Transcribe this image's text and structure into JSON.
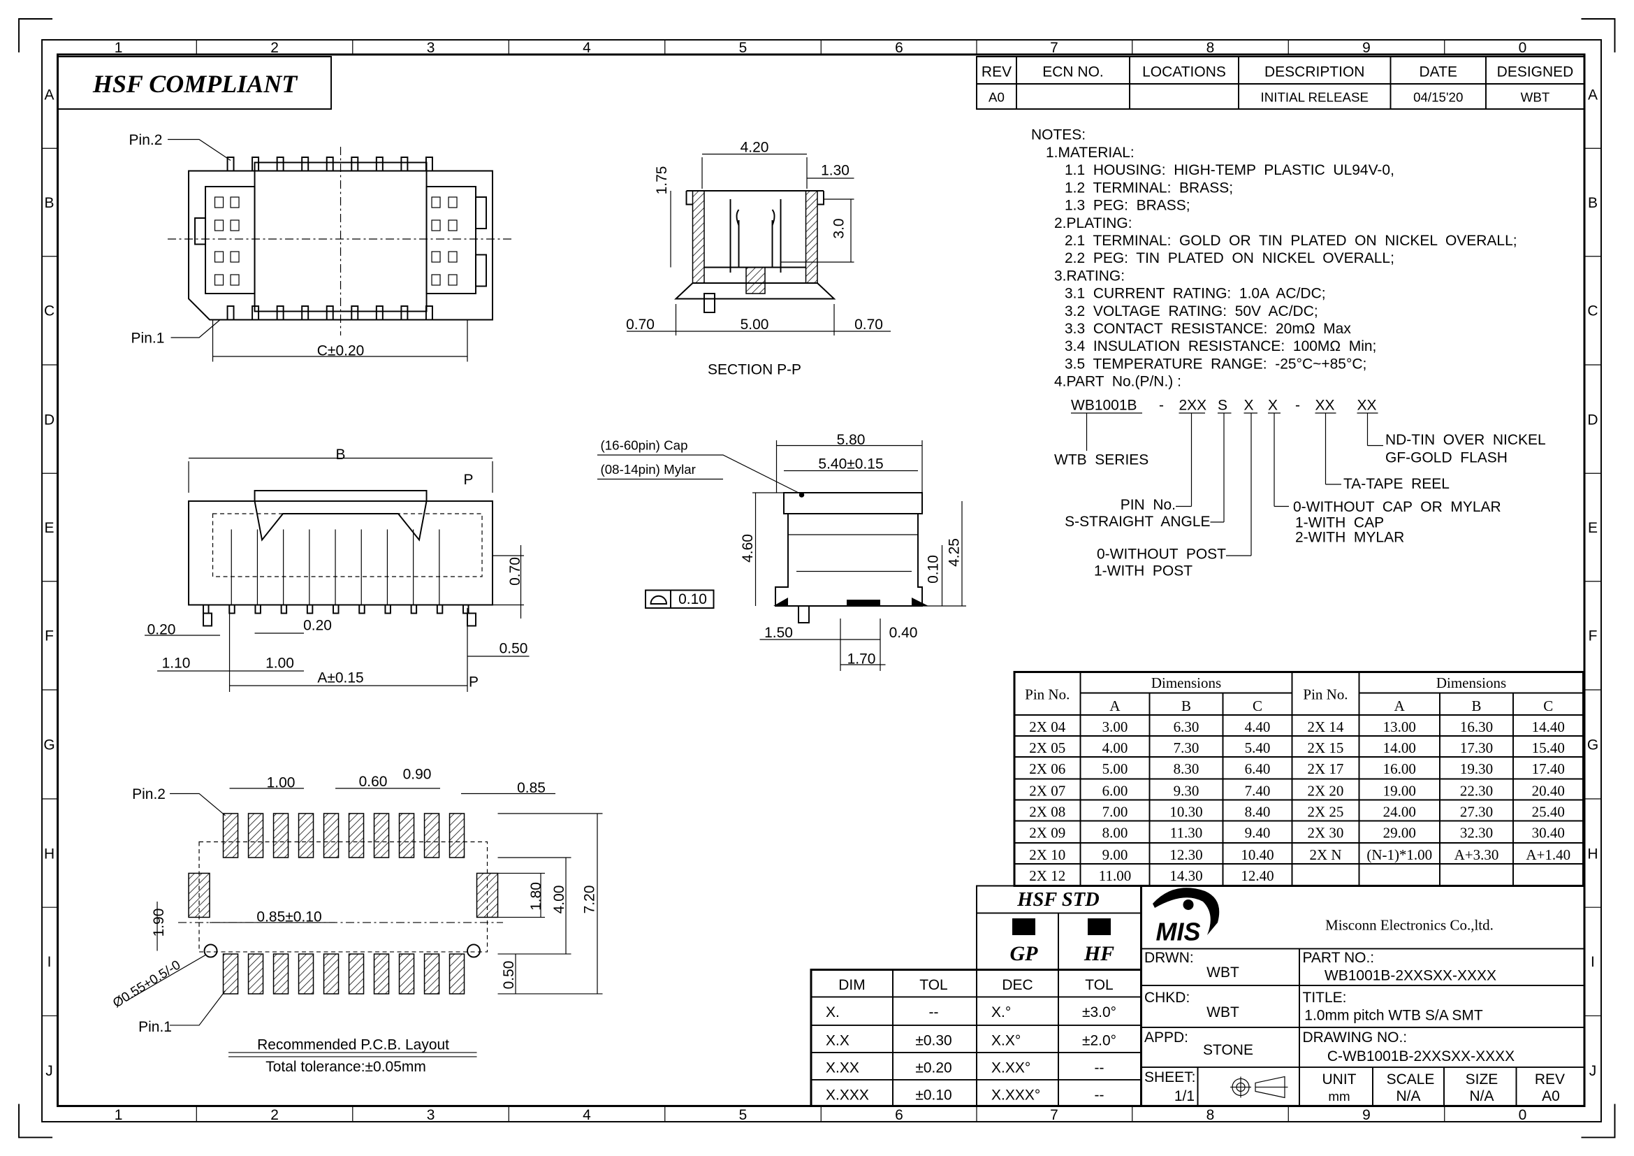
{
  "frame": {
    "columns": [
      "1",
      "2",
      "3",
      "4",
      "5",
      "6",
      "7",
      "8",
      "9",
      "0"
    ],
    "rows": [
      "A",
      "B",
      "C",
      "D",
      "E",
      "F",
      "G",
      "H",
      "I",
      "J"
    ]
  },
  "hsf_compliant": "HSF COMPLIANT",
  "revision_block": {
    "headers": [
      "REV",
      "ECN NO.",
      "LOCATIONS",
      "DESCRIPTION",
      "DATE",
      "DESIGNED"
    ],
    "row": [
      "A0",
      "",
      "",
      "INITIAL RELEASE",
      "04/15'20",
      "WBT"
    ]
  },
  "notes": {
    "title": "NOTES:",
    "lines": [
      "1.MATERIAL:",
      "1.1  HOUSING:  HIGH-TEMP  PLASTIC  UL94V-0,",
      "1.2  TERMINAL:  BRASS;",
      "1.3  PEG:  BRASS;",
      "2.PLATING:",
      "2.1  TERMINAL:  GOLD  OR  TIN  PLATED  ON  NICKEL  OVERALL;",
      "2.2  PEG:  TIN  PLATED  ON  NICKEL  OVERALL;",
      "3.RATING:",
      "3.1  CURRENT  RATING:  1.0A  AC/DC;",
      "3.2  VOLTAGE  RATING:  50V  AC/DC;",
      "3.3  CONTACT  RESISTANCE:  20mΩ  Max",
      "3.4  INSULATION  RESISTANCE:  100MΩ  Min;",
      "3.5  TEMPERATURE  RANGE:  -25°C~+85°C;",
      "4.PART  No.(P/N.) :"
    ]
  },
  "part_number_key": {
    "segments": [
      "WB1001B",
      "-",
      "2XX",
      "S",
      "X",
      "X",
      "-",
      "XX",
      "XX"
    ],
    "wtb_series": "WTB  SERIES",
    "pin_no": "PIN  No.",
    "straight": "S-STRAIGHT  ANGLE",
    "post": [
      "0-WITHOUT  POST",
      "1-WITH  POST"
    ],
    "cap": [
      "0-WITHOUT  CAP  OR  MYLAR",
      "1-WITH  CAP",
      "2-WITH  MYLAR"
    ],
    "tape": "TA-TAPE  REEL",
    "finish": [
      "ND-TIN  OVER  NICKEL",
      "GF-GOLD  FLASH"
    ]
  },
  "views": {
    "top": {
      "pin2": "Pin.2",
      "pin1": "Pin.1",
      "c": "C±0.20"
    },
    "section": {
      "d420": "4.20",
      "d130": "1.30",
      "d175": "1.75",
      "d30": "3.0",
      "d070a": "0.70",
      "d500": "5.00",
      "d070b": "0.70",
      "title": "SECTION  P-P"
    },
    "side": {
      "b": "B",
      "p1": "P",
      "p2": "P",
      "d070": "0.70",
      "d020a": "0.20",
      "d020b": "0.20",
      "d110": "1.10",
      "d100": "1.00",
      "a": "A±0.15",
      "d050": "0.50"
    },
    "end": {
      "cap": "(16-60pin)  Cap",
      "mylar": "(08-14pin)  Mylar",
      "d580": "5.80",
      "d540": "5.40±0.15",
      "d460": "4.60",
      "d010": "0.10",
      "d425": "4.25",
      "flat": "0.10",
      "d150": "1.50",
      "d040": "0.40",
      "d170": "1.70"
    },
    "pcb": {
      "pin2": "Pin.2",
      "pin1": "Pin.1",
      "d100": "1.00",
      "d060": "0.60",
      "d090": "0.90",
      "d085": "0.85",
      "d180": "1.80",
      "d400": "4.00",
      "d720": "7.20",
      "d190": "1.90",
      "d085t": "0.85±0.10",
      "d050": "0.50",
      "hole": "Ø0.55+0.5/-0",
      "title": "Recommended  P.C.B.  Layout",
      "tol": "Total  tolerance:±0.05mm"
    }
  },
  "dimensions_table": {
    "pin_header": "Pin No.",
    "group_header": "Dimensions",
    "cols": [
      "A",
      "B",
      "C"
    ],
    "left": [
      [
        "2X 04",
        "3.00",
        "6.30",
        "4.40"
      ],
      [
        "2X 05",
        "4.00",
        "7.30",
        "5.40"
      ],
      [
        "2X 06",
        "5.00",
        "8.30",
        "6.40"
      ],
      [
        "2X 07",
        "6.00",
        "9.30",
        "7.40"
      ],
      [
        "2X 08",
        "7.00",
        "10.30",
        "8.40"
      ],
      [
        "2X 09",
        "8.00",
        "11.30",
        "9.40"
      ],
      [
        "2X 10",
        "9.00",
        "12.30",
        "10.40"
      ],
      [
        "2X 12",
        "11.00",
        "14.30",
        "12.40"
      ]
    ],
    "right": [
      [
        "2X 14",
        "13.00",
        "16.30",
        "14.40"
      ],
      [
        "2X 15",
        "14.00",
        "17.30",
        "15.40"
      ],
      [
        "2X 17",
        "16.00",
        "19.30",
        "17.40"
      ],
      [
        "2X 20",
        "19.00",
        "22.30",
        "20.40"
      ],
      [
        "2X 25",
        "24.00",
        "27.30",
        "25.40"
      ],
      [
        "2X 30",
        "29.00",
        "32.30",
        "30.40"
      ],
      [
        "2X N",
        "(N-1)*1.00",
        "A+3.30",
        "A+1.40"
      ],
      [
        "",
        "",
        "",
        ""
      ]
    ]
  },
  "tolerance_table": {
    "headers": [
      "DIM",
      "TOL"
    ],
    "rows": [
      [
        "X.",
        "--"
      ],
      [
        "X.X",
        "±0.30"
      ],
      [
        "X.XX",
        "±0.20"
      ],
      [
        "X.XXX",
        "±0.10"
      ]
    ]
  },
  "angle_table": {
    "hsf_std": "HSF  STD",
    "gp": "GP",
    "hf": "HF",
    "headers": [
      "DEC",
      "TOL"
    ],
    "rows": [
      [
        "X.°",
        "±3.0°"
      ],
      [
        "X.X°",
        "±2.0°"
      ],
      [
        "X.XX°",
        "--"
      ],
      [
        "X.XXX°",
        "--"
      ]
    ]
  },
  "title_block": {
    "logo": "MIS",
    "company": "Misconn Electronics Co.,ltd.",
    "drwn_label": "DRWN:",
    "drwn": "WBT",
    "chkd_label": "CHKD:",
    "chkd": "WBT",
    "appd_label": "APPD:",
    "appd": "STONE",
    "part_label": "PART  NO.:",
    "part": "WB1001B-2XXSXX-XXXX",
    "title_label": "TITLE:",
    "title": "1.0mm  pitch  WTB  S/A  SMT",
    "drawing_label": "DRAWING  NO.:",
    "drawing": "C-WB1001B-2XXSXX-XXXX",
    "sheet_label": "SHEET:",
    "sheet": "1/1",
    "unit_label": "UNIT",
    "unit": "mm",
    "scale_label": "SCALE",
    "scale": "N/A",
    "size_label": "SIZE",
    "size": "N/A",
    "rev_label": "REV",
    "rev": "A0"
  }
}
